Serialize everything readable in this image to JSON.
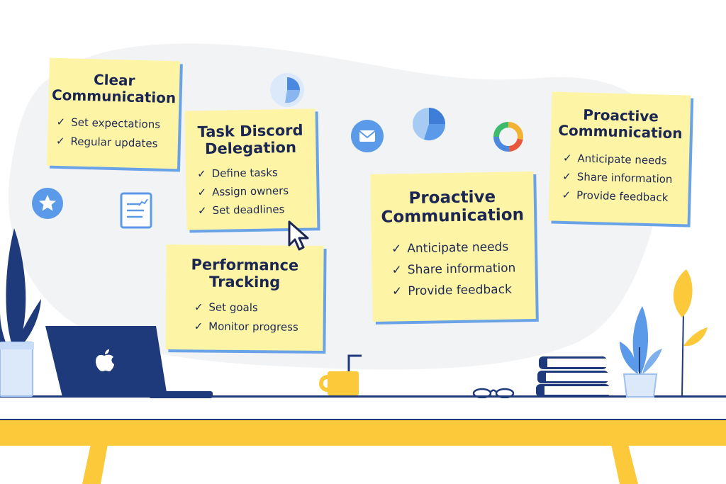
{
  "notes": [
    {
      "title_lines": [
        "Clear",
        "Communication"
      ],
      "items": [
        "Set expectations",
        "Regular updates"
      ]
    },
    {
      "title_lines": [
        "Task Discord",
        "Delegation"
      ],
      "items": [
        "Define tasks",
        "Assign owners",
        "Set deadlines"
      ]
    },
    {
      "title_lines": [
        "Performance",
        "Tracking"
      ],
      "items": [
        "Set goals",
        "Monitor progress"
      ]
    },
    {
      "title_lines": [
        "Proactive",
        "Communication"
      ],
      "items": [
        "Anticipate needs",
        "Share information",
        "Provide feedback"
      ]
    },
    {
      "title_lines": [
        "Proactive",
        "Communication"
      ],
      "items": [
        "Anticipate needs",
        "Share information",
        "Provide feedback"
      ]
    }
  ],
  "check_glyph": "✓",
  "icons": [
    "star-icon",
    "report-icon",
    "pie-chart-icon",
    "mail-icon",
    "pie-chart-icon",
    "donut-chart-icon",
    "mouse-cursor-icon",
    "laptop-icon",
    "apple-logo-icon",
    "plant-icon",
    "mug-icon",
    "books-icon",
    "glasses-icon"
  ],
  "colors": {
    "note_yellow": "#fdf4a6",
    "note_shadow": "#6aa2e8",
    "navy": "#1e3a7a",
    "accent_blue": "#5b9ae8",
    "desk_yellow": "#fcc93a",
    "blob_gray": "#f2f3f5"
  }
}
